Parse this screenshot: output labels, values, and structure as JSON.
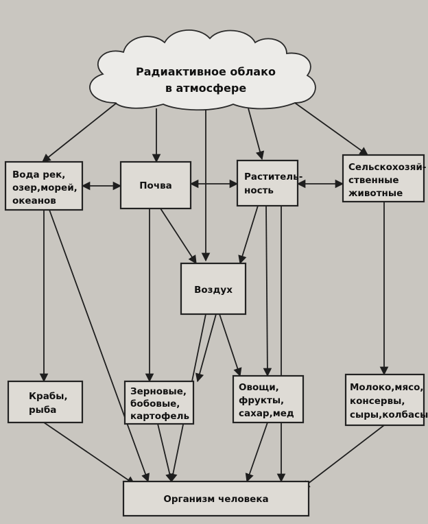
{
  "nodes": {
    "cloud": [
      "Радиактивное облако",
      "в атмосфере"
    ],
    "water": [
      "Вода рек,",
      "озер,морей,",
      "океанов"
    ],
    "soil": [
      "Почва"
    ],
    "plants": [
      "Раститель-",
      "ность"
    ],
    "animals": [
      "Сельскохозяй-",
      "ственные",
      "животные"
    ],
    "air": [
      "Воздух"
    ],
    "crabs": [
      "Крабы,",
      "рыба"
    ],
    "grain": [
      "Зерновые,",
      "бобовые,",
      "картофель"
    ],
    "veg": [
      "Овощи,",
      "фрукты,",
      "сахар,мед"
    ],
    "dairy": [
      "Молоко,мясо,",
      "консервы,",
      "сыры,колбасы"
    ],
    "human": [
      "Организм человека"
    ]
  }
}
